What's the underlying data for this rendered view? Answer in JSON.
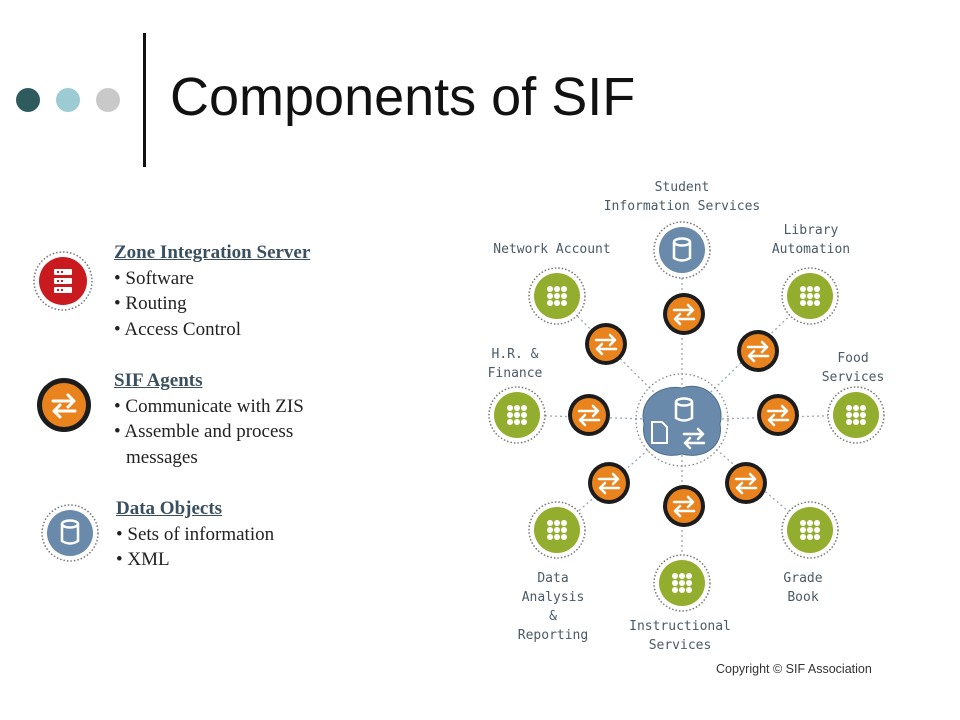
{
  "slide": {
    "title": "Components of SIF",
    "copyright": "Copyright ©  SIF Association",
    "bullet": "•",
    "dot_colors": [
      "#2e5b5e",
      "#9dcbd3",
      "#c9c9c9"
    ]
  },
  "legend": {
    "zis": {
      "heading": "Zone Integration Server",
      "items": [
        "Software",
        "Routing",
        "Access Control"
      ]
    },
    "agents": {
      "heading": "SIF Agents",
      "items": [
        "Communicate with ZIS",
        "Assemble and process"
      ],
      "continuation": "messages"
    },
    "objects": {
      "heading": "Data Objects",
      "items": [
        "Sets of information",
        "XML"
      ]
    }
  },
  "diagram": {
    "center_icons": [
      "database-icon",
      "file-icon",
      "arrows-icon"
    ],
    "nodes": [
      {
        "id": "sis",
        "label_lines": [
          "Student",
          "Information Services"
        ],
        "icon": "database-icon"
      },
      {
        "id": "library",
        "label_lines": [
          "Library",
          "Automation"
        ],
        "icon": "grid-icon"
      },
      {
        "id": "food",
        "label_lines": [
          "Food",
          "Services"
        ],
        "icon": "grid-icon"
      },
      {
        "id": "grade",
        "label_lines": [
          "Grade",
          "Book"
        ],
        "icon": "grid-icon"
      },
      {
        "id": "instructional",
        "label_lines": [
          "Instructional",
          "Services"
        ],
        "icon": "grid-icon"
      },
      {
        "id": "data",
        "label_lines": [
          "Data",
          "Analysis",
          "&",
          "Reporting"
        ],
        "icon": "grid-icon"
      },
      {
        "id": "hr",
        "label_lines": [
          "H.R. &",
          "Finance"
        ],
        "icon": "grid-icon"
      },
      {
        "id": "network",
        "label_lines": [
          "Network Account"
        ],
        "icon": "grid-icon"
      }
    ],
    "agent_icon": "arrows-icon"
  },
  "colors": {
    "zis_red": "#c91a1f",
    "agent_orange": "#e8831e",
    "object_blue": "#6a8aab",
    "node_green": "#93ad2f",
    "line": "#9aa7b2",
    "label": "#4a5a66"
  }
}
